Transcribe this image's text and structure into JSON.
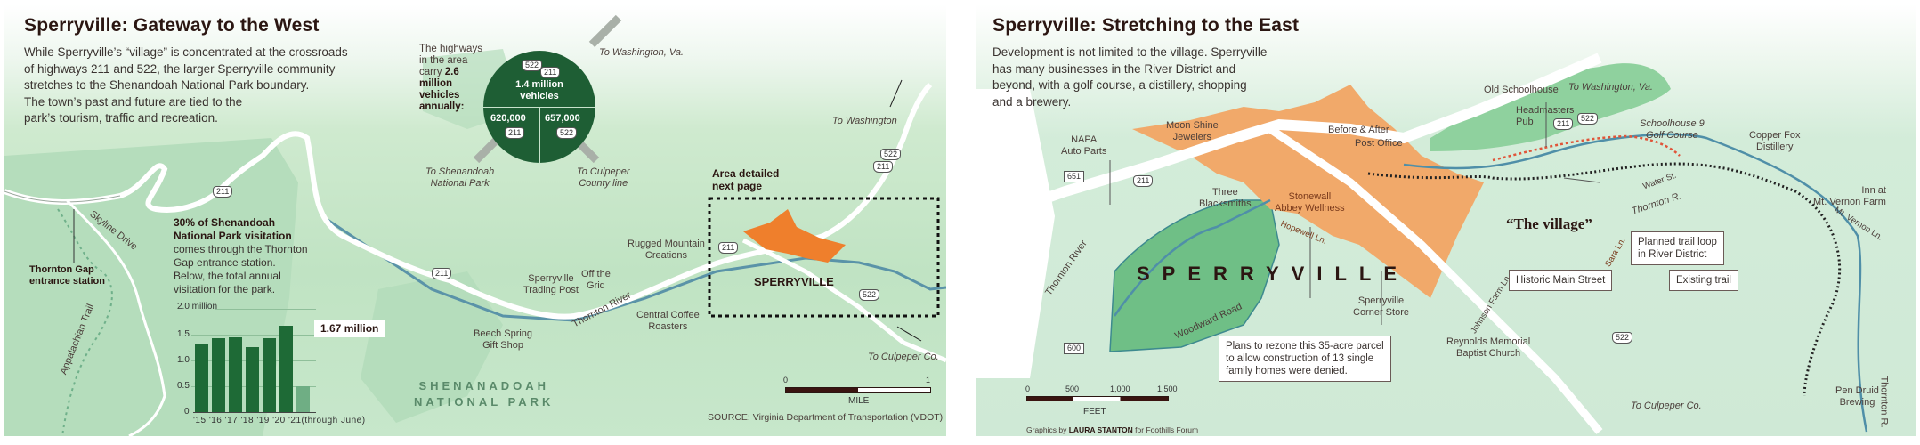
{
  "west": {
    "title": "Sperryville: Gateway to the West",
    "intro": [
      "While Sperryville’s “village” is concentrated at the crossroads",
      "of highways 211 and 522, the larger Sperryville community",
      "stretches to the Shenandoah National Park boundary.",
      "The town’s past and future are tied to the",
      "park’s tourism, traffic and recreation."
    ],
    "traffic": {
      "lead": [
        "The highways",
        "in the area",
        "carry"
      ],
      "lead_bold": [
        "2.6",
        "million",
        "vehicles",
        "annually:"
      ],
      "top_value": "1.4 million",
      "top_unit": "vehicles",
      "top_shields": [
        "522",
        "211"
      ],
      "left_value": "620,000",
      "left_shield": "211",
      "right_value": "657,000",
      "right_shield": "522",
      "to_washington": "To Washington, Va.",
      "to_shenandoah": [
        "To Shenandoah",
        "National Park"
      ],
      "to_culpeper": [
        "To Culpeper",
        "County line"
      ],
      "circle_color": "#1e5e34"
    },
    "visitation": {
      "headline": [
        "30% of Shenandoah",
        "National Park visitation"
      ],
      "body": [
        "comes through the Thornton",
        "Gap entrance station.",
        "Below, the total annual",
        "visitation for the park."
      ],
      "callout": "1.67 million"
    },
    "labels": {
      "thornton_gap": [
        "Thornton Gap",
        "entrance station"
      ],
      "skyline_drive": "Skyline Drive",
      "appalachian_trail": "Appalachian Trail",
      "beech_spring": [
        "Beech Spring",
        "Gift Shop"
      ],
      "trading_post": [
        "Sperryville",
        "Trading Post"
      ],
      "off_the_grid": [
        "Off the",
        "Grid"
      ],
      "thornton_river": "Thornton River",
      "rugged_mountain": [
        "Rugged Mountain",
        "Creations"
      ],
      "central_coffee": [
        "Central Coffee",
        "Roasters"
      ],
      "area_detailed": [
        "Area detailed",
        "next page"
      ],
      "sperryville": "SPERRYVILLE",
      "to_washington": "To Washington",
      "to_culpeper": "To Culpeper Co.",
      "park": [
        "SHENANADOAH",
        "NATIONAL PARK"
      ]
    },
    "shields": [
      "211",
      "211",
      "211",
      "211",
      "522",
      "211",
      "522"
    ],
    "scale": {
      "start": "0",
      "end": "1",
      "unit": "MILE"
    },
    "source": "SOURCE: Virginia Department of Transportation (VDOT)"
  },
  "east": {
    "title": "Sperryville: Stretching to the East",
    "intro": [
      "Development is not limited to the village.  Sperryville",
      "has many businesses in the River District and",
      "beyond, with a golf course, a distillery, shopping",
      "and a brewery."
    ],
    "labels": {
      "napa": [
        "NAPA",
        "Auto Parts"
      ],
      "moon_shine": [
        "Moon Shine",
        "Jewelers"
      ],
      "before_after": "Before & After",
      "post_office": "Post Office",
      "old_schoolhouse": "Old Schoolhouse",
      "headmasters": [
        "Headmasters",
        "Pub"
      ],
      "to_washington": "To Washington, Va.",
      "golf": [
        "Schoolhouse 9",
        "Golf Course"
      ],
      "copper_fox": [
        "Copper Fox",
        "Distillery"
      ],
      "inn": [
        "Inn at",
        "Mt. Vernon Farm"
      ],
      "mt_vernon_ln": "Mt. Vernon Ln.",
      "water_st": "Water St.",
      "thornton_r": "Thornton R.",
      "thornton_r_south": "Thornton R.",
      "thornton_river": "Thornton River",
      "three_blacksmiths": [
        "Three",
        "Blacksmiths"
      ],
      "stonewall": [
        "Stonewall",
        "Abbey Wellness"
      ],
      "hopewell": "Hopewell Ln.",
      "the_village": "“The village”",
      "sara_ln": "Sara Ln.",
      "johnson_farm": "Johnson Farm Ln.",
      "corner_store": [
        "Sperryville",
        "Corner Store"
      ],
      "reynolds": [
        "Reynolds Memorial",
        "Baptist Church"
      ],
      "woodward": "Woodward Road",
      "sperryville": "SPERRYVILLE",
      "to_culpeper": "To Culpeper Co.",
      "pen_druid": [
        "Pen Druid",
        "Brewing"
      ]
    },
    "callouts": {
      "planned_trail": [
        "Planned trail loop",
        "in River District"
      ],
      "historic_main": "Historic Main Street",
      "existing_trail": "Existing trail",
      "rezone": [
        "Plans to rezone this 35-acre parcel",
        "to allow construction of 13 single",
        "family homes were denied."
      ]
    },
    "shields": {
      "r651": "651",
      "r211": "211",
      "r211b": "211",
      "r522": "522",
      "r522b": "522",
      "r600": "600"
    },
    "scale": {
      "ticks": [
        "0",
        "500",
        "1,000",
        "1,500"
      ],
      "unit": "FEET"
    },
    "credit_prefix": "Graphics by ",
    "credit_name": "LAURA STANTON",
    "credit_suffix": " for Foothills Forum"
  },
  "chart_data": {
    "type": "bar",
    "title": "Total annual visitation, Shenandoah National Park",
    "categories": [
      "'15",
      "'16",
      "'17",
      "'18",
      "'19",
      "'20",
      "'21(through June)"
    ],
    "values": [
      1.33,
      1.44,
      1.46,
      1.27,
      1.43,
      1.67,
      0.5
    ],
    "units": "million",
    "yticks": [
      "0",
      "0.5",
      "1.0",
      "1.5",
      "2.0 million"
    ],
    "ylim": [
      0,
      2.0
    ],
    "annotation": "1.67 million",
    "grid": true,
    "colors": {
      "bar": "#1e6a36",
      "partial": "#6fae84"
    }
  }
}
